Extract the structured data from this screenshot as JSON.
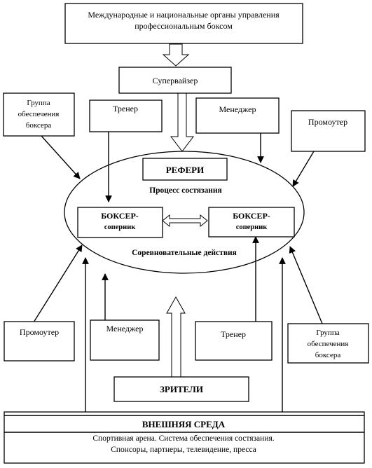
{
  "nodes": {
    "governing": {
      "line1": "Международные и национальные органы управления",
      "line2": "профессиональным боксом"
    },
    "supervisor": "Супервайзер",
    "trainer_top": "Тренер",
    "manager_top": "Менеджер",
    "support_top": {
      "line1": "Группа",
      "line2": "обеспечения",
      "line3": "боксера"
    },
    "promoter_top": "Промоутер",
    "referee": "РЕФЕРИ",
    "process": "Процесс состязания",
    "boxer_left": {
      "line1": "БОКСЕР-",
      "line2": "соперник"
    },
    "boxer_right": {
      "line1": "БОКСЕР-",
      "line2": "соперник"
    },
    "competitive_actions": "Соревновательные действия",
    "promoter_bottom": "Промоутер",
    "manager_bottom": "Менеджер",
    "trainer_bottom": "Тренер",
    "support_bottom": {
      "line1": "Группа",
      "line2": "обеспечения",
      "line3": "боксера"
    },
    "spectators": "ЗРИТЕЛИ",
    "environment": {
      "title": "ВНЕШНЯЯ СРЕДА",
      "line1": "Спортивная арена. Система обеспечения состязания.",
      "line2": "Спонсоры, партнеры, телевидение, пресса"
    }
  }
}
